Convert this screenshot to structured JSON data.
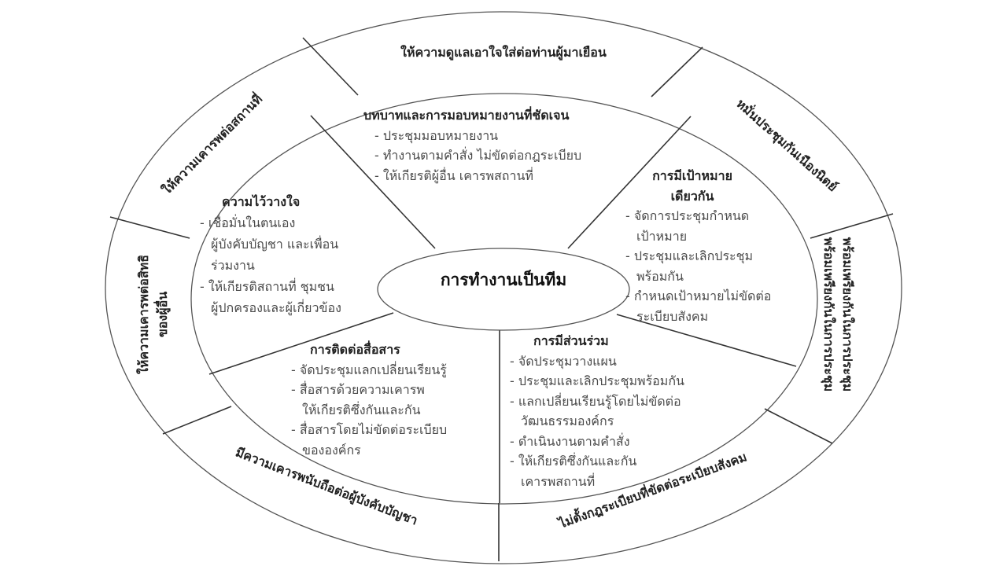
{
  "center": {
    "title": "การทำงานเป็นทีม"
  },
  "segments": {
    "top": {
      "heading": "บทบาทและการมอบหมายงานที่ชัดเจน",
      "items": [
        "- ประชุมมอบหมายงาน",
        "- ทำงานตามคำสั่ง ไม่ขัดต่อกฎระเบียบ",
        "- ให้เกียรติผู้อื่น เคารพสถานที่"
      ]
    },
    "right": {
      "heading": [
        "การมีเป้าหมาย",
        "เดียวกัน"
      ],
      "items": [
        "- จัดการประชุมกำหนด",
        "เป้าหมาย",
        "- ประชุมและเลิกประชุม",
        "พร้อมกัน",
        "- กำหนดเป้าหมายไม่ขัดต่อ",
        "ระเบียบสังคม"
      ]
    },
    "left": {
      "heading": "ความไว้วางใจ",
      "items": [
        "- เชื่อมั่นในตนเอง",
        "ผู้บังคับบัญชา และเพื่อน",
        "ร่วมงาน",
        "- ให้เกียรติสถานที่ ชุมชน",
        "ผู้ปกครองและผู้เกี่ยวข้อง"
      ]
    },
    "bottom_left": {
      "heading": "การติดต่อสื่อสาร",
      "items": [
        "- จัดประชุมแลกเปลี่ยนเรียนรู้",
        "- สื่อสารด้วยความเคารพ",
        "ให้เกียรติซึ่งกันและกัน",
        "- สื่อสารโดยไม่ขัดต่อระเบียบ",
        "ขององค์กร"
      ]
    },
    "bottom_right": {
      "heading": "การมีส่วนร่วม",
      "items": [
        "- จัดประชุมวางแผน",
        "- ประชุมและเลิกประชุมพร้อมกัน",
        "- แลกเปลี่ยนเรียนรู้โดยไม่ขัดต่อ",
        "วัฒนธรรมองค์กร",
        "- ดำเนินงานตามคำสั่ง",
        "- ให้เกียรติซึ่งกันและกัน",
        "เคารพสถานที่"
      ]
    }
  },
  "outer_ring": {
    "top": "ให้ความดูแลเอาใจใส่ต่อท่านผู้มาเยือน",
    "top_right": "หมั่นประชุมกันเนืองนิตย์",
    "right": [
      "พร้อมเพรียงกันในการประชุม",
      "พร้อมเพรียงกันในการประชุม"
    ],
    "bottom_right": "ไม่ตั้งกฎระเบียบที่ขัดต่อระเบียบสังคม",
    "bottom_left": "มีความเคารพนับถือต่อผู้บังคับบัญชา",
    "left": [
      "ให้ความเคารพต่อสิทธิ",
      "ของผู้อื่น"
    ],
    "top_left": "ให้ความเคารพต่อสถานที่"
  }
}
